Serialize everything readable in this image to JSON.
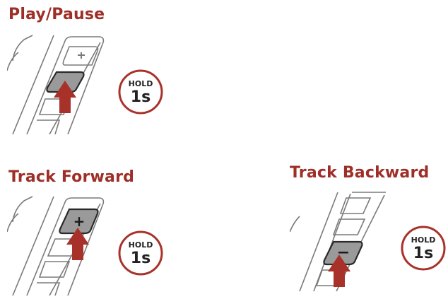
{
  "colors": {
    "title": "#9e2f28",
    "arrow": "#a8322a",
    "badge_ring": "#a8322a",
    "device_stroke": "#7a7a7a",
    "button_dark": "#3a3a3a",
    "button_active": "#9a9a9a"
  },
  "sections": {
    "play_pause": {
      "title": "Play/Pause",
      "badge": {
        "top": "HOLD",
        "bottom": "1s"
      },
      "icon": "pointing-arrow"
    },
    "track_forward": {
      "title": "Track Forward",
      "badge": {
        "top": "HOLD",
        "bottom": "1s"
      },
      "button_symbol": "+",
      "icon": "pointing-arrow"
    },
    "track_backward": {
      "title": "Track Backward",
      "badge": {
        "top": "HOLD",
        "bottom": "1s"
      },
      "button_symbol": "−",
      "icon": "pointing-arrow"
    }
  }
}
